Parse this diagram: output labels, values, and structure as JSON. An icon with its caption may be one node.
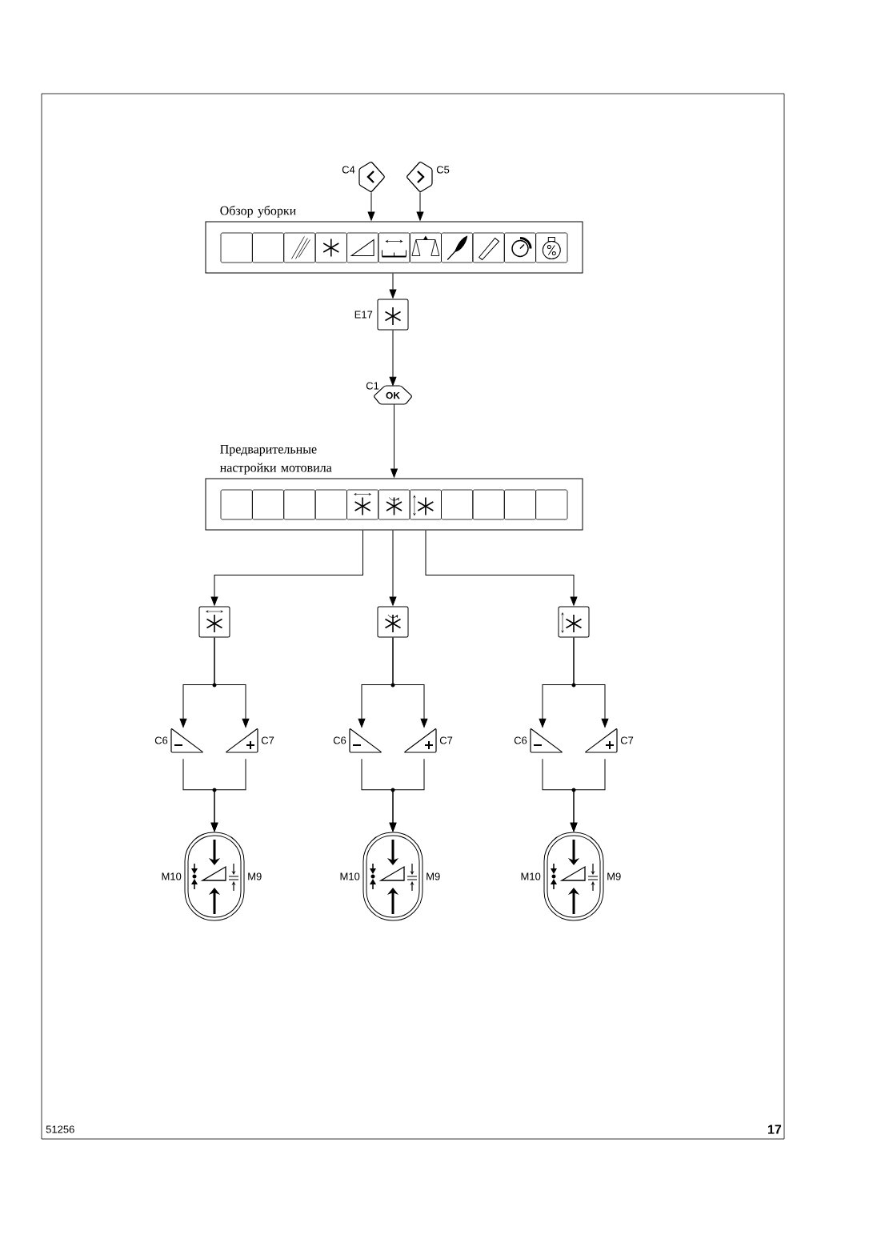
{
  "diagram": {
    "nodes": [
      {
        "text": [],
        "shape": "hexagon",
        "beside": [
          "C4"
        ]
      },
      {
        "text": [],
        "shape": "hexagon",
        "beside": [
          "C5"
        ]
      },
      {
        "text": [
          "Обзор уборки"
        ]
      },
      {
        "text": [],
        "shape": "box",
        "beside": [
          "E17"
        ]
      },
      {
        "text": [
          "OK"
        ],
        "beside": [
          "C1"
        ]
      },
      {
        "text": [
          "Предварительные настройки мотовила"
        ]
      },
      {
        "text": [],
        "shape": "box"
      },
      {
        "text": [],
        "shape": "box"
      },
      {
        "text": [],
        "shape": "box"
      },
      {
        "text": [],
        "shape": "triangle",
        "beside": [
          "C6"
        ]
      },
      {
        "text": [],
        "shape": "triangle",
        "beside": [
          "C7"
        ]
      },
      {
        "text": [],
        "shape": "oval",
        "beside": [
          "M10",
          "M9"
        ]
      },
      {
        "text": [],
        "shape": "triangle",
        "beside": [
          "C6"
        ]
      },
      {
        "text": [],
        "shape": "triangle",
        "beside": [
          "C7"
        ]
      },
      {
        "text": [],
        "shape": "oval",
        "beside": [
          "M10",
          "M9"
        ]
      },
      {
        "text": [],
        "shape": "triangle",
        "beside": [
          "C6"
        ]
      },
      {
        "text": [],
        "shape": "triangle",
        "beside": [
          "C7"
        ]
      },
      {
        "text": [],
        "shape": "oval",
        "beside": [
          "M10",
          "M9"
        ]
      }
    ],
    "edges": [
      {
        "from": 0,
        "to": 2,
        "arrow": "to"
      },
      {
        "from": 1,
        "to": 2,
        "arrow": "to"
      },
      {
        "from": 2,
        "to": 3,
        "arrow": "to"
      },
      {
        "from": 3,
        "to": 4,
        "arrow": "to"
      },
      {
        "from": 4,
        "to": 5,
        "arrow": "to"
      },
      {
        "from": 5,
        "to": 6,
        "arrow": "to"
      },
      {
        "from": 5,
        "to": 7,
        "arrow": "to"
      },
      {
        "from": 5,
        "to": 8,
        "arrow": "to"
      },
      {
        "from": 6,
        "to": 9,
        "arrow": "to"
      },
      {
        "from": 6,
        "to": 10,
        "arrow": "to"
      },
      {
        "from": 9,
        "to": 11,
        "arrow": "to"
      },
      {
        "from": 10,
        "to": 11,
        "arrow": "to"
      },
      {
        "from": 7,
        "to": 12,
        "arrow": "to"
      },
      {
        "from": 7,
        "to": 13,
        "arrow": "to"
      },
      {
        "from": 12,
        "to": 14,
        "arrow": "to"
      },
      {
        "from": 13,
        "to": 14,
        "arrow": "to"
      },
      {
        "from": 8,
        "to": 15,
        "arrow": "to"
      },
      {
        "from": 8,
        "to": 16,
        "arrow": "to"
      },
      {
        "from": 15,
        "to": 17,
        "arrow": "to"
      },
      {
        "from": 16,
        "to": 17,
        "arrow": "to"
      }
    ],
    "labels": [
      "51256",
      "17"
    ]
  }
}
